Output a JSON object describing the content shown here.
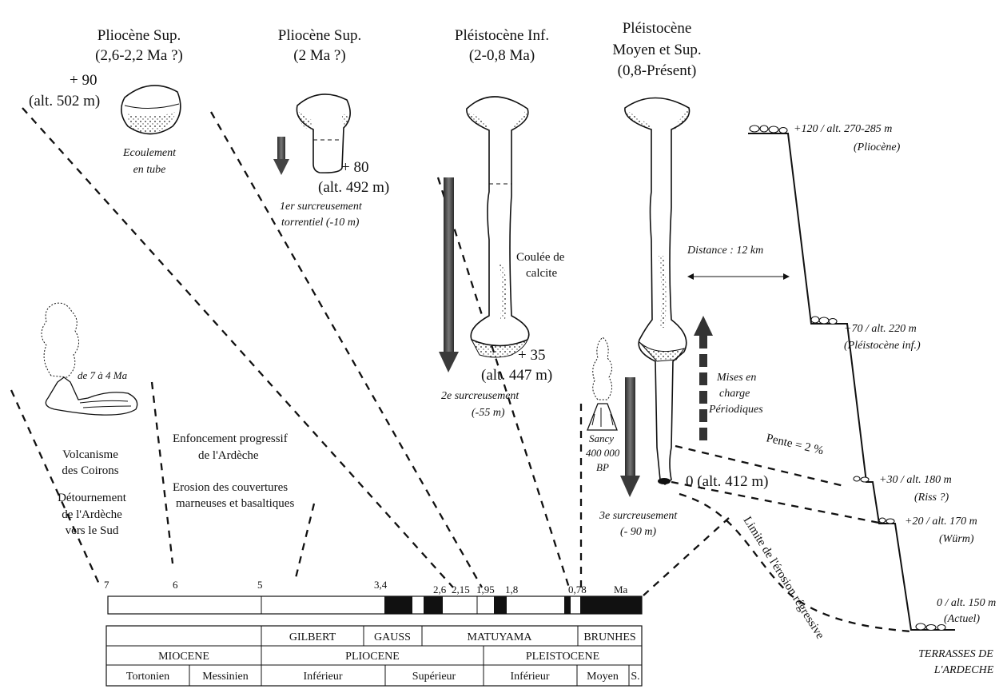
{
  "headers": {
    "h1": [
      "Pliocène Sup.",
      "(2,6-2,2 Ma ?)"
    ],
    "h2": [
      "Pliocène Sup.",
      "(2 Ma ?)"
    ],
    "h3": [
      "Pléistocène Inf.",
      "(2-0,8 Ma)"
    ],
    "h4": [
      "Pléistocène",
      "Moyen et Sup.",
      "(0,8-Présent)"
    ]
  },
  "stage1": {
    "level": "+ 90",
    "alt": "(alt. 502 m)",
    "flow": [
      "Ecoulement",
      "en tube"
    ]
  },
  "stage2": {
    "level": "+ 80",
    "alt": "(alt. 492 m)",
    "incision": [
      "1er surcreusement",
      "torrentiel (-10 m)"
    ]
  },
  "stage3": {
    "calcite": [
      "Coulée de",
      "calcite"
    ],
    "level": "+ 35",
    "alt": "(alt. 447 m)",
    "incision": [
      "2e surcreusement",
      "(-55 m)"
    ]
  },
  "stage4": {
    "distance": "Distance :  12 km",
    "charge": [
      "Mises en",
      "charge",
      "Périodiques"
    ],
    "slope": "Pente = 2 %",
    "level": "0 (alt. 412 m)",
    "sancy": [
      "Sancy",
      "400 000",
      "BP"
    ],
    "incision": [
      "3e surcreusement",
      "(- 90 m)"
    ],
    "erosion_limit": "Limite de l'érosion régressive"
  },
  "volcanism": {
    "age": "de 7 à 4 Ma",
    "label": [
      "Volcanisme",
      "des Coirons"
    ],
    "diversion": [
      "Détournement",
      "de l'Ardèche",
      "vers le Sud"
    ]
  },
  "middle_notes": {
    "incision": [
      "Enfoncement progressif",
      "de l'Ardèche"
    ],
    "erosion": [
      "Erosion des couvertures",
      "marneuses et basaltiques"
    ]
  },
  "terraces": {
    "t120": [
      "+120 / alt. 270-285 m",
      "(Pliocène)"
    ],
    "t70": [
      "+70 / alt. 220 m",
      "(Pléistocène inf.)"
    ],
    "t30": [
      "+30 / alt. 180 m",
      "(Riss ?)"
    ],
    "t20": [
      "+20 / alt. 170 m",
      "(Würm)"
    ],
    "t0": [
      "0 / alt. 150 m",
      "(Actuel)"
    ],
    "title": [
      "TERRASSES DE",
      "L'ARDECHE"
    ]
  },
  "timescale": {
    "ticks": [
      "7",
      "6",
      "5",
      "3,4",
      "2,6",
      "2,15",
      "1,95",
      "1,8",
      "0,78"
    ],
    "unit": "Ma",
    "chrons": [
      "GILBERT",
      "GAUSS",
      "MATUYAMA",
      "BRUNHES"
    ],
    "epochs": [
      "MIOCENE",
      "PLIOCENE",
      "PLEISTOCENE"
    ],
    "stages": [
      "Tortonien",
      "Messinien",
      "Inférieur",
      "Supérieur",
      "Inférieur",
      "Moyen",
      "S."
    ]
  }
}
